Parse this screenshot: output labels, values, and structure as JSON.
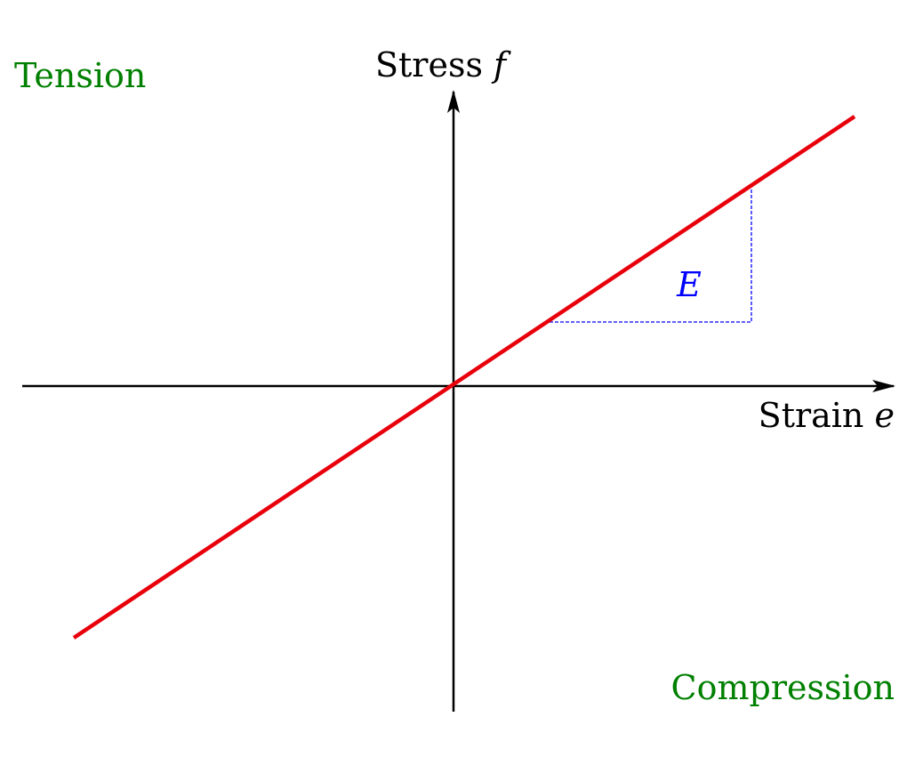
{
  "labels": {
    "y_axis": {
      "text": "Stress ",
      "symbol": "f"
    },
    "x_axis": {
      "text": "Strain ",
      "symbol": "e"
    },
    "region_top_left": "Tension",
    "region_bottom_right": "Compression",
    "slope": "E"
  },
  "colors": {
    "line": "#e8000b",
    "axes": "#000000",
    "region_labels": "#008000",
    "slope_guide": "#0000ff"
  },
  "relation": "linear, passing through origin"
}
